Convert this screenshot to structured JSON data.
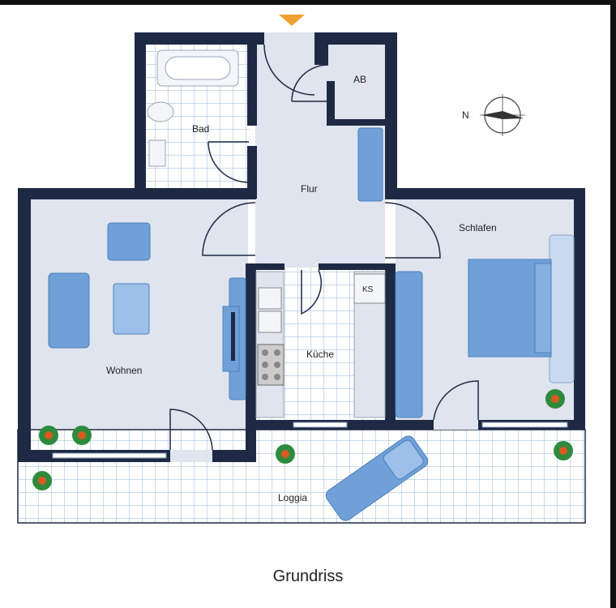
{
  "plan": {
    "rooms": {
      "bad": "Bad",
      "ab": "AB",
      "flur": "Flur",
      "schlafen": "Schlafen",
      "wohnen": "Wohnen",
      "kueche": "Küche",
      "ks": "KS",
      "loggia": "Loggia"
    },
    "compass_label": "N",
    "colors": {
      "wall": "#1e2a44",
      "floor": "#dfe4ee",
      "furniture": "#6fa0d8",
      "entrance": "#f0a030"
    }
  },
  "caption": "Grundriss"
}
